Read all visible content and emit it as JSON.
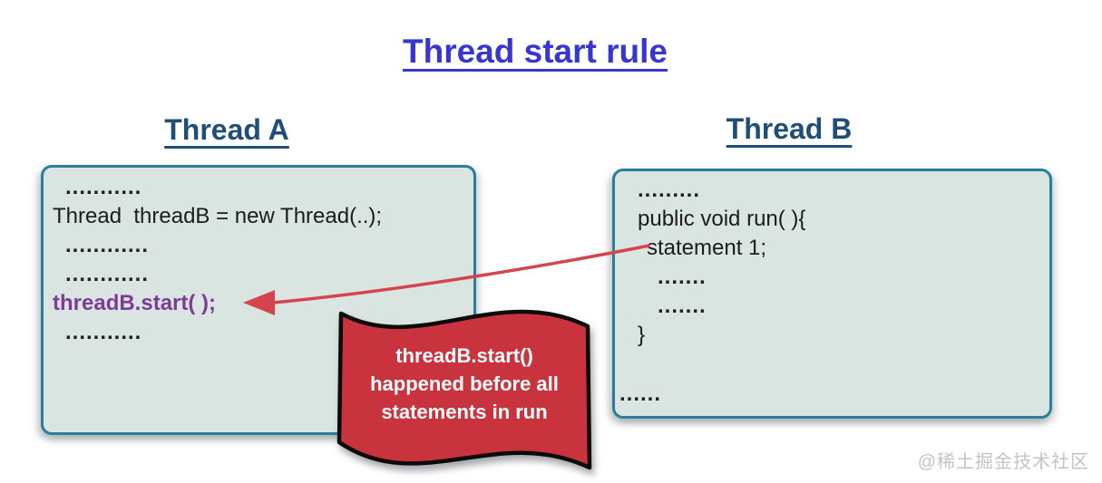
{
  "title": "Thread start rule",
  "thread_a": {
    "heading": "Thread A",
    "lines": [
      "...........",
      "Thread  threadB = new Thread(..);",
      "............",
      "............",
      "threadB.start( );",
      "..........."
    ]
  },
  "thread_b": {
    "heading": "Thread B",
    "lines": [
      ".........",
      "public void run( ){",
      "statement 1;",
      ".......",
      ".......",
      "}"
    ],
    "footer_dots": "......"
  },
  "banner": {
    "lines": [
      "threadB.start()",
      "happened before all",
      "statements in run"
    ]
  },
  "watermark": "@稀土掘金技术社区",
  "colors": {
    "title_blue": "#3836d1",
    "heading_navy": "#1f4e79",
    "box_fill": "#dae4e0",
    "box_border": "#2a7e9a",
    "code_text": "#1c1c1c",
    "highlight_purple": "#7d3c98",
    "arrow_red": "#d3444d",
    "banner_red": "#c9333e",
    "banner_outline": "#0b0b0b",
    "banner_text": "#ffffff",
    "watermark_gray": "#c3c3c3"
  }
}
